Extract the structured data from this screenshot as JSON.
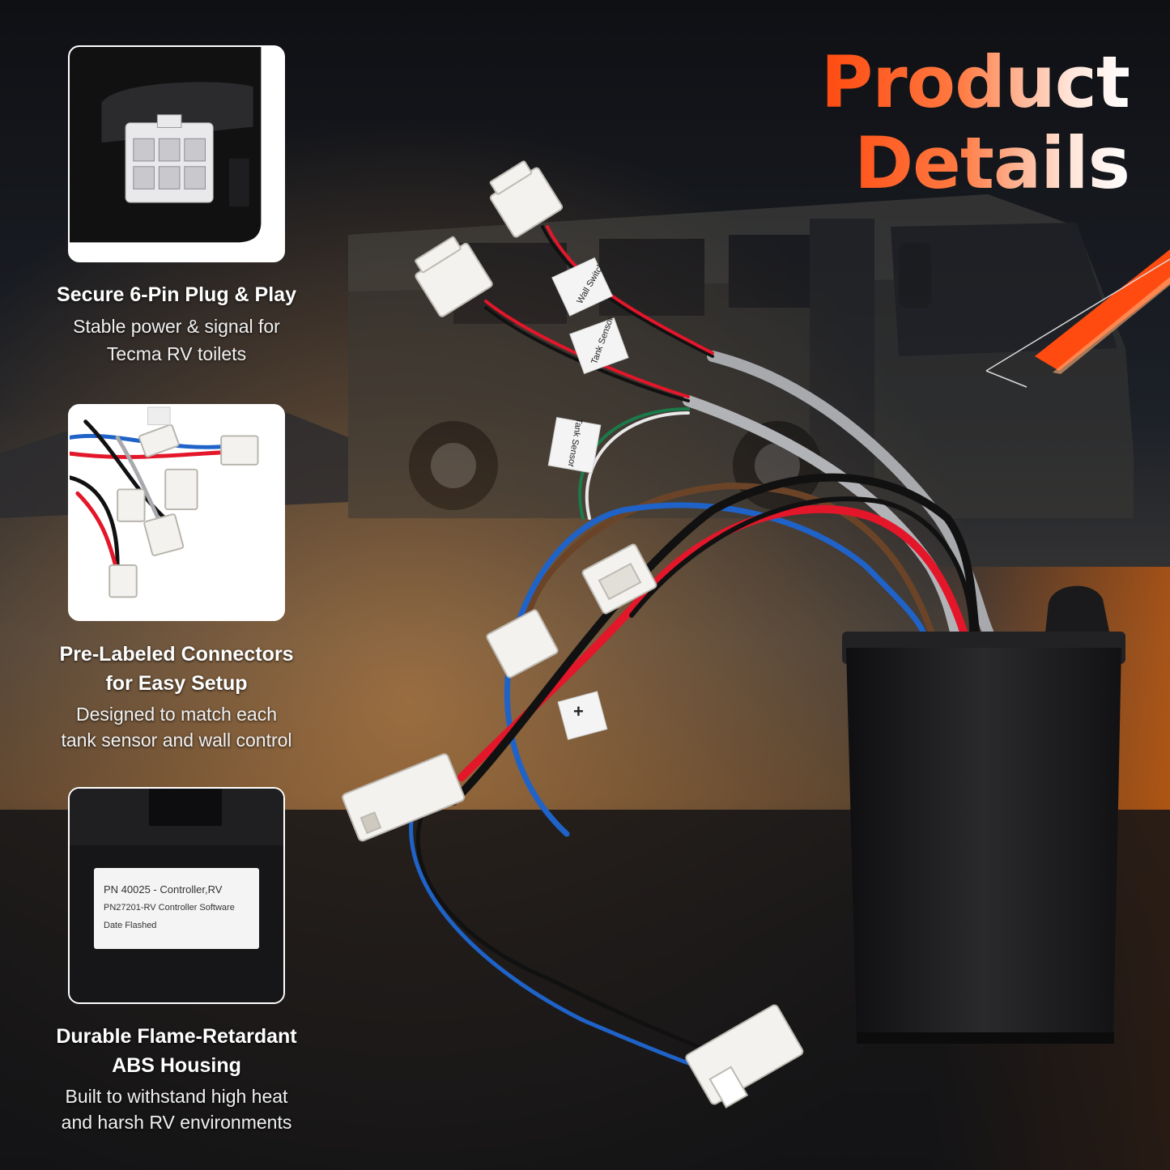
{
  "headline": {
    "line1": "Product",
    "line2": "Details"
  },
  "features": [
    {
      "title": "Secure 6-Pin Plug & Play",
      "desc_line1": "Stable power & signal for",
      "desc_line2": "Tecma RV toilets"
    },
    {
      "title_line1": "Pre-Labeled Connectors",
      "title_line2": "for Easy Setup",
      "desc_line1": "Designed to match each",
      "desc_line2": "tank sensor and wall control"
    },
    {
      "title_line1": "Durable Flame-Retardant",
      "title_line2": "ABS Housing",
      "desc_line1": "Built to withstand high heat",
      "desc_line2": "and harsh RV environments"
    }
  ],
  "product_label": {
    "line1": "PN 40025 - Controller,RV",
    "line2": "PN27201-RV Controller Software",
    "line3": "Date Flashed"
  },
  "wire_tags": {
    "wall_switch": "Wall Switch",
    "tank_sensor": "Tank Sensor",
    "plus": "+"
  },
  "colors": {
    "accent": "#ff4a10",
    "wire_red": "#e3162a",
    "wire_blue": "#1f63c9",
    "wire_brown": "#6b4428",
    "wire_gray": "#a7a9ad",
    "housing": "#1c1c1e"
  }
}
